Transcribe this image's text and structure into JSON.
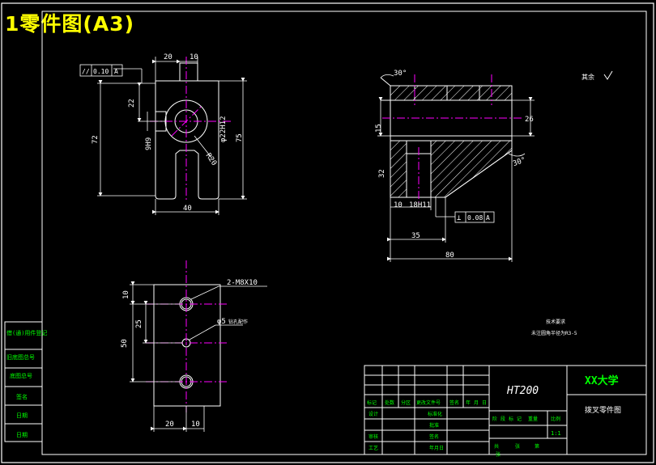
{
  "title": "1零件图(A3)",
  "colors": {
    "line": "#ffffff",
    "center": "#ff00ff",
    "title": "#ffff00",
    "text_green": "#00ff00",
    "hatch": "#ffffff"
  },
  "front_view": {
    "dim_top_20": "20",
    "dim_top_10": "10",
    "tol_sym": "//",
    "tol_val": "0.10",
    "tol_ref": "A",
    "dim_22": "22",
    "dim_72": "72",
    "dim_75": "75",
    "dim_9h9": "9H9",
    "dim_bore": "φ22H12",
    "dim_r20": "R20",
    "dim_40": "40"
  },
  "section_view": {
    "dim_30deg": "30°",
    "dim_30deg_b": "30°",
    "dim_15": "15",
    "dim_26": "26",
    "dim_32": "32",
    "dim_10": "10",
    "dim_hole": "18H11",
    "perp_sym": "⊥",
    "perp_val": "0.08",
    "perp_ref": "A",
    "dim_35": "35",
    "dim_80": "80"
  },
  "top_view": {
    "thread": "2-M8X10",
    "hole": "φ5",
    "hole_note": "钻孔配作",
    "dim_10": "10",
    "dim_25": "25",
    "dim_50": "50",
    "dim_20": "20",
    "dim_10b": "10"
  },
  "notes": {
    "rest": "其余",
    "req_title": "技术要求",
    "req_line": "未注圆角半径为R3-5"
  },
  "title_block": {
    "material": "HT200",
    "school": "XX大学",
    "drawing_name": "拨叉零件图",
    "scale": "1:1",
    "row_header": [
      "标记",
      "处数",
      "分区",
      "更改文件号",
      "签名",
      "年",
      "月",
      "日"
    ],
    "left_labels": [
      "设计",
      "审核",
      "工艺"
    ],
    "mid_labels": [
      "标准化",
      "批准",
      "签名",
      "年月日"
    ],
    "stage_header": [
      "阶",
      "段",
      "标",
      "记",
      "重量",
      "比例"
    ],
    "sheet": [
      "共",
      "张",
      "第",
      "张"
    ]
  },
  "side_table": [
    "借(通)用件登记",
    "旧底图总号",
    "底图总号",
    "签名",
    "日期",
    "日期"
  ]
}
